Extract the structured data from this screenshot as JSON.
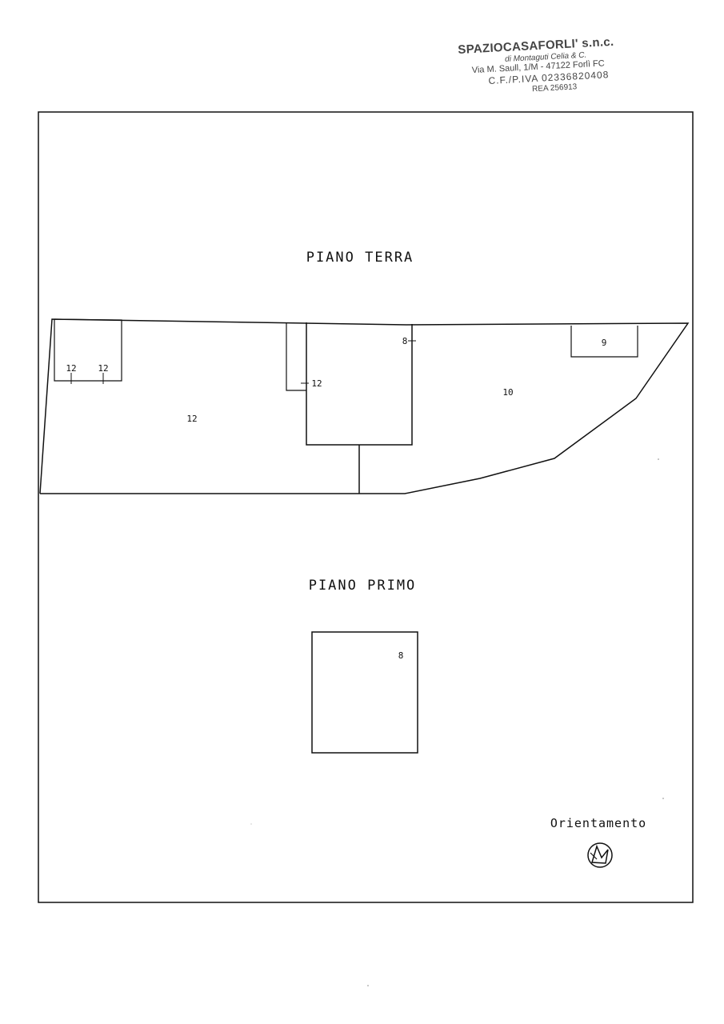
{
  "stamp": {
    "company": "SPAZIOCASAFORLI' s.n.c.",
    "owner": "di Montaguti Celia & C.",
    "address": "Via M. Saull, 1/M - 47122 Forlì FC",
    "tax_id": "C.F./P.IVA 02336820408",
    "rea": "REA 256913"
  },
  "floors": {
    "ground": {
      "title": "PIANO TERRA",
      "labels": {
        "small_left": "12",
        "small_right": "12",
        "main_left": "12",
        "notch": "12",
        "central": "8",
        "right_area": "10",
        "small_box": "9"
      }
    },
    "first": {
      "title": "PIANO PRIMO",
      "label": "8"
    }
  },
  "orientation": {
    "label": "Orientamento",
    "icon": "north-arrow-icon"
  },
  "colors": {
    "line": "#111111",
    "stamp_ink": "#444444"
  }
}
